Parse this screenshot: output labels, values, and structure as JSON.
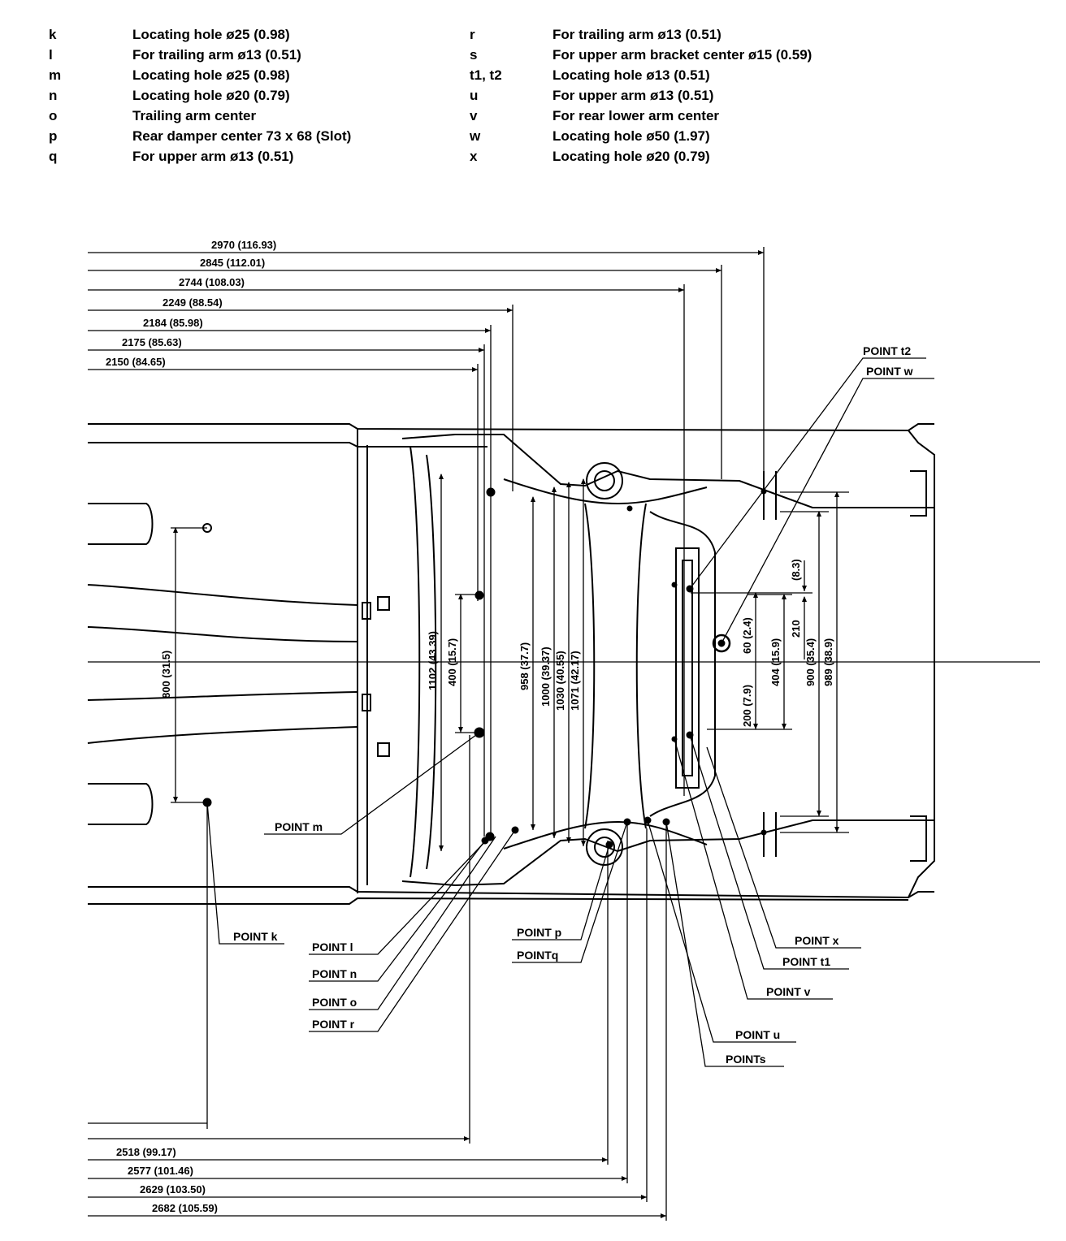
{
  "legend": {
    "left": [
      {
        "key": "k",
        "desc": "Locating hole ø25 (0.98)"
      },
      {
        "key": "l",
        "desc": "For trailing arm ø13 (0.51)"
      },
      {
        "key": "m",
        "desc": "Locating hole ø25 (0.98)"
      },
      {
        "key": "n",
        "desc": "Locating hole ø20 (0.79)"
      },
      {
        "key": "o",
        "desc": "Trailing arm center"
      },
      {
        "key": "p",
        "desc": "Rear damper center 73 x 68 (Slot)"
      },
      {
        "key": "q",
        "desc": "For upper arm ø13 (0.51)"
      }
    ],
    "right": [
      {
        "key": "r",
        "desc": "For trailing arm ø13 (0.51)"
      },
      {
        "key": "s",
        "desc": "For upper arm bracket center ø15 (0.59)"
      },
      {
        "key": "t1, t2",
        "desc": "Locating hole ø13 (0.51)"
      },
      {
        "key": "u",
        "desc": "For upper arm ø13 (0.51)"
      },
      {
        "key": "v",
        "desc": "For rear lower arm center"
      },
      {
        "key": "w",
        "desc": "Locating hole ø50 (1.97)"
      },
      {
        "key": "x",
        "desc": "Locating hole ø20 (0.79)"
      }
    ]
  },
  "top_dimensions": [
    "2970 (116.93)",
    "2845 (112.01)",
    "2744 (108.03)",
    "2249 (88.54)",
    "2184 (85.98)",
    "2175 (85.63)",
    "2150 (84.65)"
  ],
  "bottom_dimensions": [
    "2518 (99.17)",
    "2577 (101.46)",
    "2629 (103.50)",
    "2682 (105.59)"
  ],
  "vertical_dimensions": {
    "d800": "800 (31.5)",
    "d1102": "1102 (43.39)",
    "d400": "400 (15.7)",
    "d958": "958 (37.7)",
    "d1000": "1000 (39.37)",
    "d1030": "1030 (40.55)",
    "d1071": "1071 (42.17)",
    "d200": "200 (7.9)",
    "d60": "60 (2.4)",
    "d404": "404 (15.9)",
    "d210": "210",
    "d8": "(8.3)",
    "d900": "900 (35.4)",
    "d989": "989 (38.9)"
  },
  "points": {
    "t2": "POINT t2",
    "w": "POINT w",
    "m": "POINT m",
    "k": "POINT k",
    "l": "POINT l",
    "n": "POINT n",
    "o": "POINT o",
    "r": "POINT r",
    "p": "POINT p",
    "q": "POINTq",
    "x": "POINT x",
    "t1": "POINT t1",
    "v": "POINT v",
    "u": "POINT u",
    "s": "POINTs"
  },
  "colors": {
    "ink": "#000000",
    "paper": "#ffffff"
  }
}
